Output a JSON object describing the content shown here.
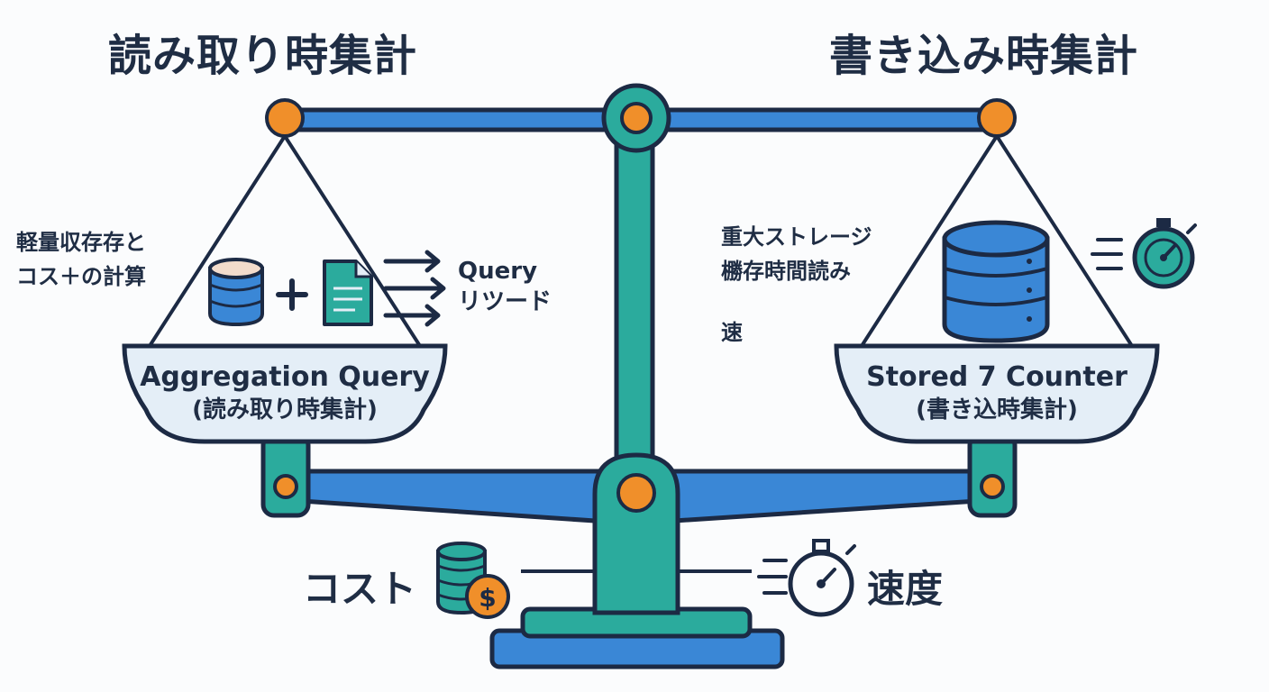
{
  "titles": {
    "left": "読み取り時集計",
    "right": "書き込み時集計"
  },
  "left": {
    "note_lines": [
      "軽量収存存と",
      "コス＋の計算"
    ],
    "arrow_lines": [
      "Query",
      "リツード"
    ],
    "pan_main": "Aggregation Query",
    "pan_sub": "(読み取り時集計)"
  },
  "right": {
    "note_lines": [
      "重大ストレージ",
      "橳存時間読み",
      "速"
    ],
    "pan_main": "Stored 7 Counter",
    "pan_sub": "(書き込時集計)"
  },
  "bottom": {
    "cost_label": "コスト",
    "speed_label": "速度",
    "currency_symbol": "$"
  },
  "colors": {
    "navy": "#1c2a44",
    "blue": "#3a87d6",
    "teal": "#2bab9d",
    "orange": "#f08f2a",
    "pan_fill": "#e4eef7"
  }
}
